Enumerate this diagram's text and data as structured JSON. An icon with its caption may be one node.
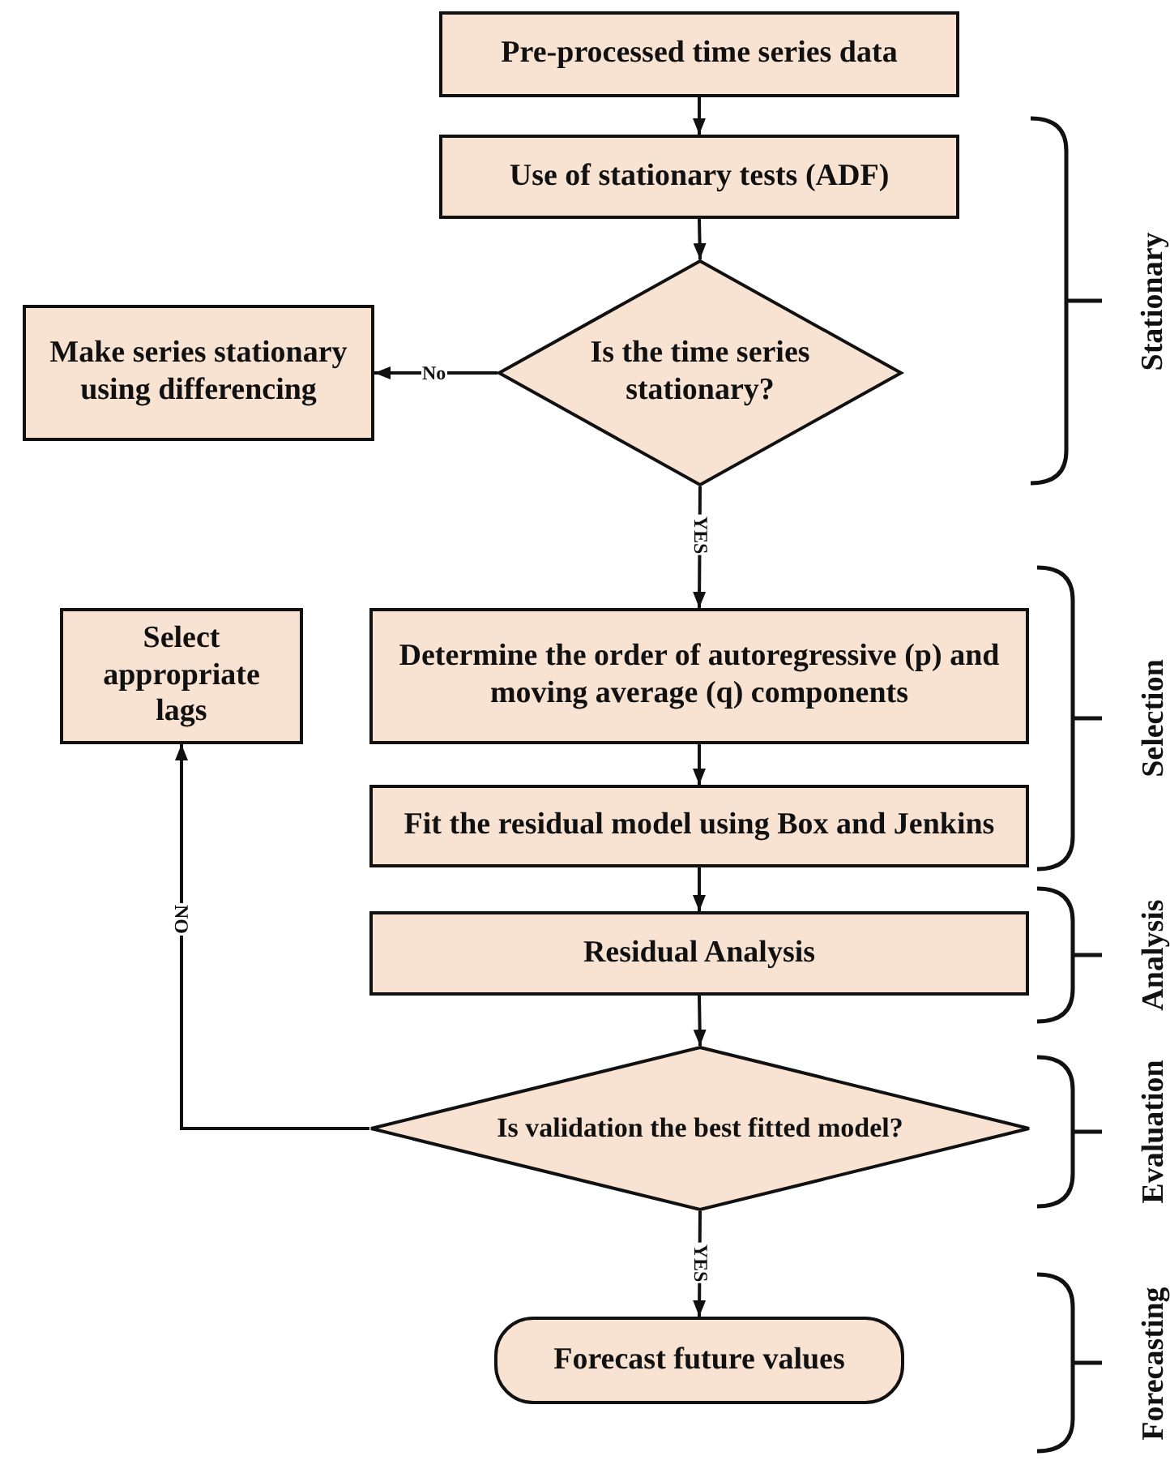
{
  "diagram": {
    "nodes": [
      {
        "text": [
          "Pre-processed time series data"
        ]
      },
      {
        "text": [
          "Use of stationary tests (ADF)"
        ]
      },
      {
        "text": [
          "Is the time series stationary?"
        ]
      },
      {
        "text": [
          "Make series stationary using differencing"
        ]
      },
      {
        "text": [
          "Select appropriate lags"
        ]
      },
      {
        "text": [
          "Determine the order of autoregressive (p) and moving average (q) components"
        ]
      },
      {
        "text": [
          "Fit the residual model using Box and Jenkins"
        ]
      },
      {
        "text": [
          "Residual Analysis"
        ]
      },
      {
        "text": [
          "Is validation the best fitted model?"
        ]
      },
      {
        "text": [
          "Forecast future values"
        ]
      }
    ],
    "edges": [
      {
        "from": 0,
        "to": 1,
        "arrow": "to"
      },
      {
        "from": 1,
        "to": 2,
        "arrow": "to"
      },
      {
        "from": 2,
        "to": 3,
        "arrow": "to",
        "label": "No"
      },
      {
        "from": 2,
        "to": 5,
        "arrow": "to",
        "label": "YES"
      },
      {
        "from": 5,
        "to": 6,
        "arrow": "to"
      },
      {
        "from": 6,
        "to": 7,
        "arrow": "to"
      },
      {
        "from": 7,
        "to": 8,
        "arrow": "to"
      },
      {
        "from": 8,
        "to": 4,
        "arrow": "to",
        "label": "NO"
      },
      {
        "from": 8,
        "to": 9,
        "arrow": "to",
        "label": "YES"
      }
    ],
    "labels": [
      "Stationary",
      "Selection",
      "Analysis",
      "Evaluation",
      "Forecasting"
    ]
  }
}
